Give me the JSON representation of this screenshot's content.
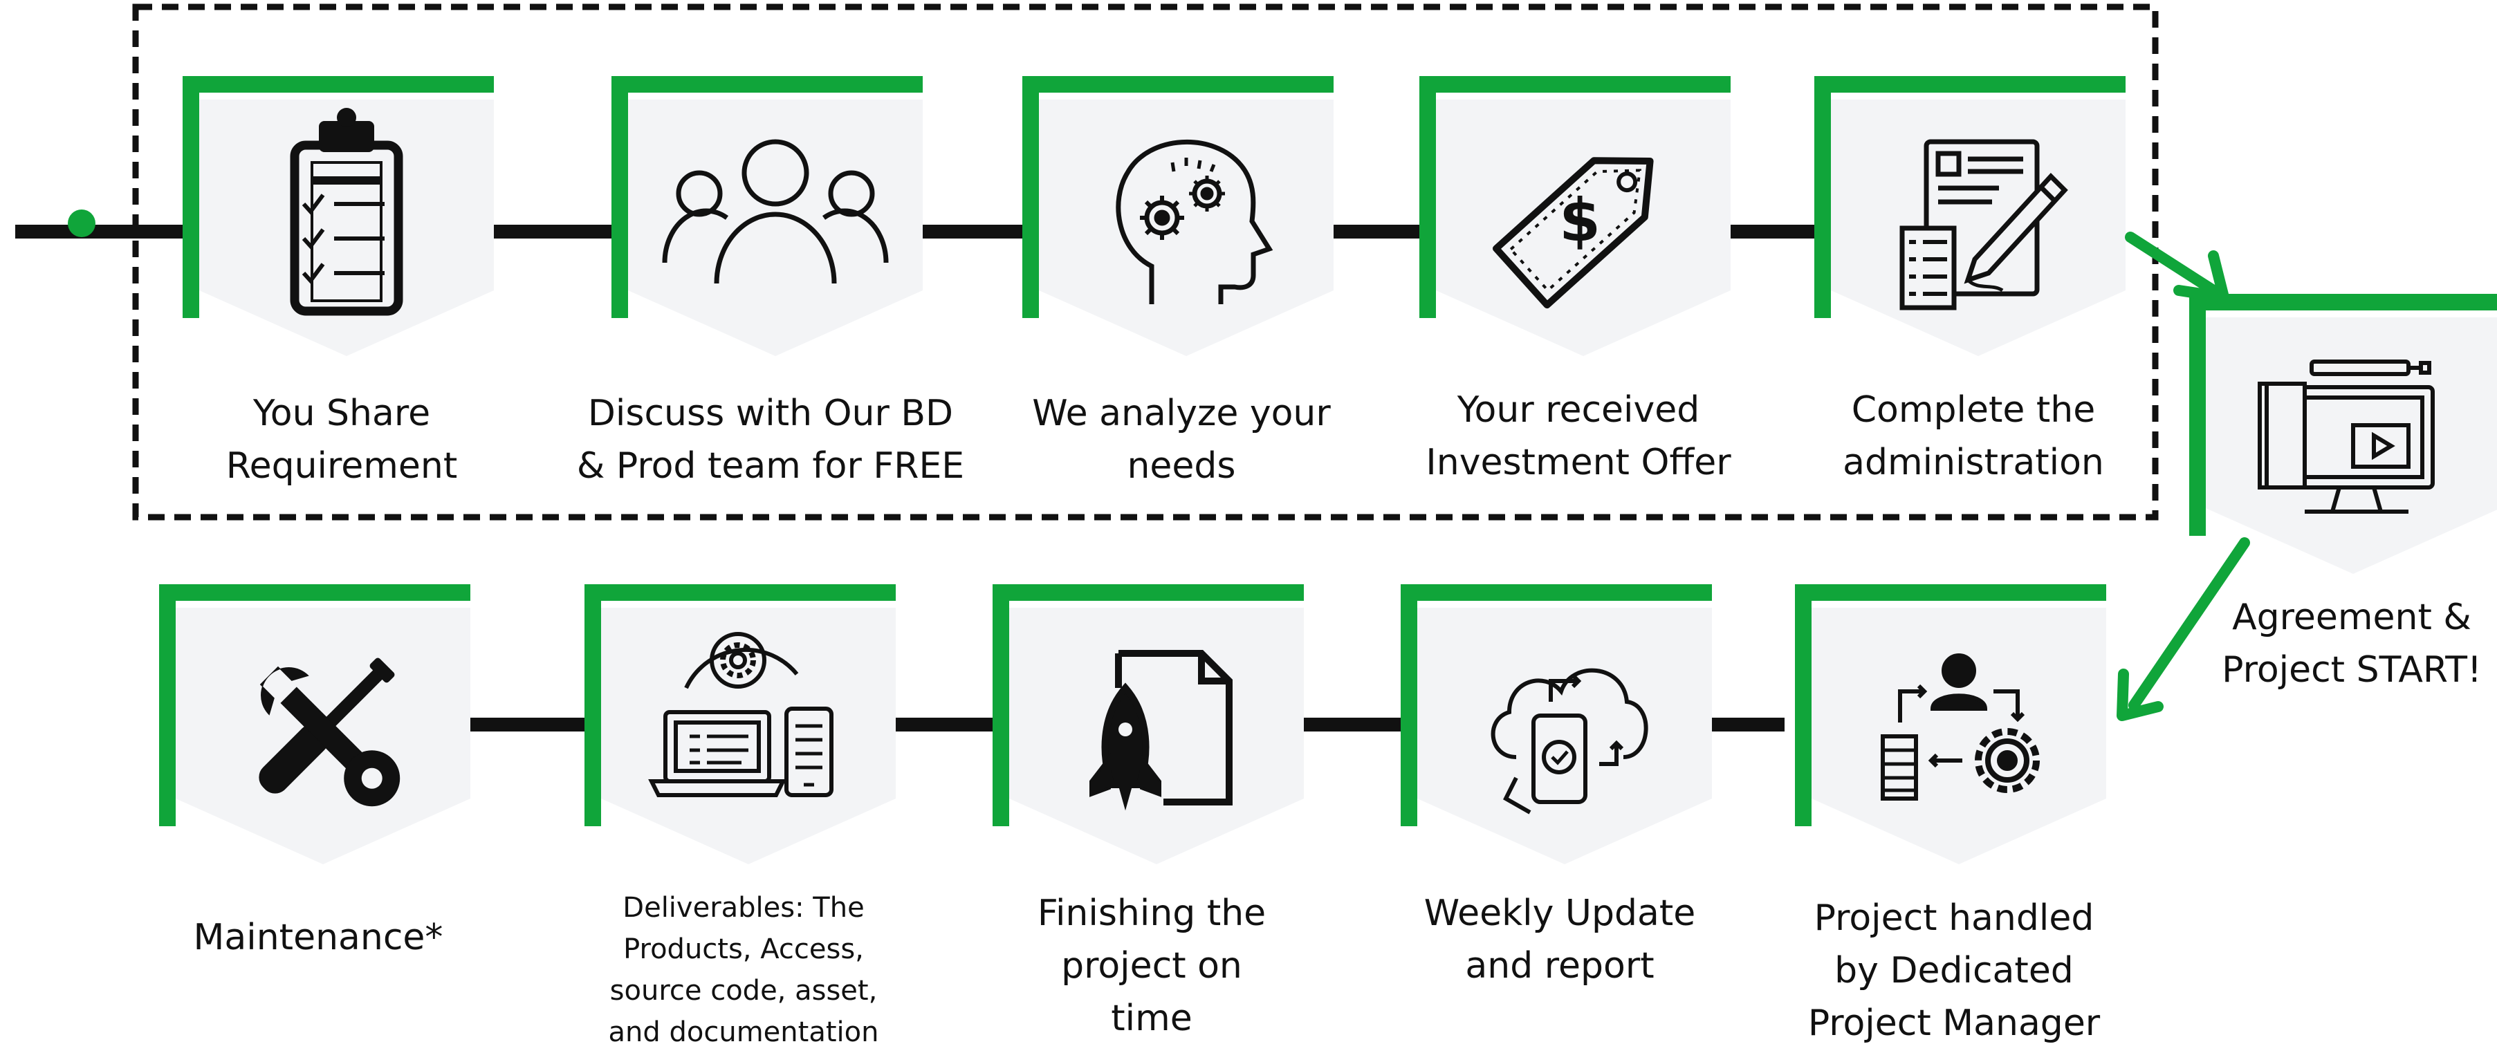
{
  "colors": {
    "accent_green": "#10A53A",
    "card_fill": "#F3F4F6",
    "line": "#111111",
    "dash_box": "#111111"
  },
  "steps_top": [
    {
      "icon": "clipboard-icon",
      "lines": [
        "You Share",
        "Requirement"
      ]
    },
    {
      "icon": "team-icon",
      "lines": [
        "Discuss with Our BD",
        "& Prod team for FREE"
      ]
    },
    {
      "icon": "head-gears-icon",
      "lines": [
        "We analyze your",
        "needs"
      ]
    },
    {
      "icon": "price-tag-icon",
      "lines": [
        "Your received",
        "Investment Offer"
      ]
    },
    {
      "icon": "contract-pen-icon",
      "lines": [
        "Complete the",
        "administration"
      ]
    }
  ],
  "step_agreement": {
    "icon": "monitor-book-icon",
    "lines": [
      "Agreement &",
      "Project START!"
    ]
  },
  "steps_bottom": [
    {
      "icon": "tools-icon",
      "lines": [
        "Maintenance*"
      ]
    },
    {
      "icon": "devices-gear-icon",
      "lines": [
        "Deliverables: The",
        "Products, Access,",
        "source code, asset,",
        "and documentation"
      ]
    },
    {
      "icon": "rocket-document-icon",
      "lines": [
        "Finishing the",
        "project on",
        "time"
      ]
    },
    {
      "icon": "cloud-phone-icon",
      "lines": [
        "Weekly Update",
        "and report"
      ]
    },
    {
      "icon": "project-manager-icon",
      "lines": [
        "Project handled",
        "by Dedicated",
        "Project Manager"
      ]
    }
  ]
}
